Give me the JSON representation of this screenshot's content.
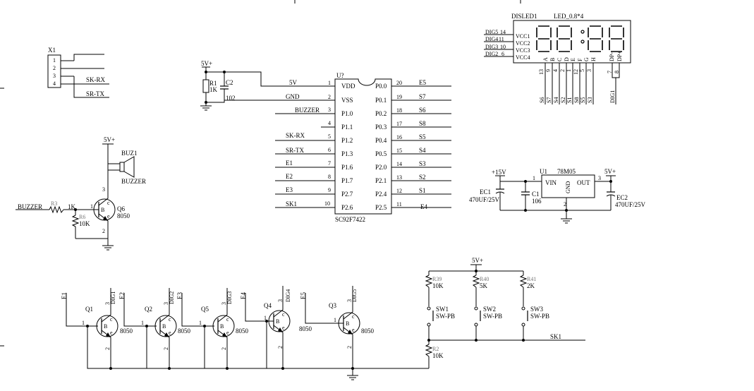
{
  "connector": {
    "ref": "X1",
    "pins": [
      "1",
      "2",
      "3",
      "4"
    ],
    "nets": [
      "SK-RX",
      "SR-TX"
    ]
  },
  "power": {
    "vcc_label": "5V+",
    "vin_label": "+15V"
  },
  "caps_near_mcu": {
    "r1_ref": "R1",
    "r1_val": "1K",
    "c2_ref": "C2",
    "c2_val": "102"
  },
  "mcu": {
    "ref": "U?",
    "part": "SC92F7422",
    "left_pins": [
      {
        "num": "1",
        "name": "VDD",
        "net": "5V"
      },
      {
        "num": "2",
        "name": "VSS",
        "net": "GND"
      },
      {
        "num": "3",
        "name": "P1.0",
        "net": "BUZZER"
      },
      {
        "num": "4",
        "name": "P1.1",
        "net": ""
      },
      {
        "num": "5",
        "name": "P1.2",
        "net": "SK-RX"
      },
      {
        "num": "6",
        "name": "P1.3",
        "net": "SR-TX"
      },
      {
        "num": "7",
        "name": "P1.6",
        "net": "E1"
      },
      {
        "num": "8",
        "name": "P1.7",
        "net": "E2"
      },
      {
        "num": "9",
        "name": "P2.7",
        "net": "E3"
      },
      {
        "num": "10",
        "name": "P2.6",
        "net": "SK1"
      }
    ],
    "right_pins": [
      {
        "num": "20",
        "name": "P0.0",
        "net": "E5"
      },
      {
        "num": "19",
        "name": "P0.1",
        "net": "S7"
      },
      {
        "num": "18",
        "name": "P0.2",
        "net": "S6"
      },
      {
        "num": "17",
        "name": "P0.3",
        "net": "S8"
      },
      {
        "num": "16",
        "name": "P0.4",
        "net": "S5"
      },
      {
        "num": "15",
        "name": "P0.5",
        "net": "S4"
      },
      {
        "num": "14",
        "name": "P2.0",
        "net": "S3"
      },
      {
        "num": "13",
        "name": "P2.1",
        "net": "S2"
      },
      {
        "num": "12",
        "name": "P2.4",
        "net": "S1"
      },
      {
        "num": "11",
        "name": "P2.5",
        "net": "E4"
      }
    ]
  },
  "display": {
    "ref": "DISLED1",
    "part": "LED_0.8*4",
    "digits": [
      {
        "net": "DIG5",
        "pin": "14",
        "name": "VCC1"
      },
      {
        "net": "DIG4",
        "pin": "11",
        "name": "VCC2"
      },
      {
        "net": "DIG3",
        "pin": "10",
        "name": "VCC3"
      },
      {
        "net": "DIG2",
        "pin": "6",
        "name": "VCC4"
      }
    ],
    "segments": [
      {
        "name": "A",
        "pin": "13",
        "net": "S6"
      },
      {
        "name": "B",
        "pin": "9",
        "net": "S7"
      },
      {
        "name": "C",
        "pin": "4",
        "net": "S4"
      },
      {
        "name": "D",
        "pin": "2",
        "net": "S2"
      },
      {
        "name": "E",
        "pin": "1",
        "net": "S1"
      },
      {
        "name": "F",
        "pin": "12",
        "net": "S8"
      },
      {
        "name": "G",
        "pin": "5",
        "net": "S5"
      },
      {
        "name": "H",
        "pin": "3",
        "net": "S3"
      }
    ],
    "dp_names": [
      "DP-",
      "DP+"
    ],
    "dp_pins": [
      "7",
      "8"
    ],
    "dp_net": "DIG1"
  },
  "buzzer": {
    "ref": "BUZ1",
    "label": "BUZZER",
    "net": "BUZZER",
    "r3_ref": "R3",
    "r3_val": "1K",
    "r6_ref": "R6",
    "r6_val": "10K",
    "q_ref": "Q6",
    "q_val": "8050",
    "pins": [
      "1",
      "2",
      "3"
    ]
  },
  "regulator": {
    "ref": "U1",
    "part": "78M05",
    "pins": [
      "VIN",
      "GND",
      "OUT"
    ],
    "pin_nums": [
      "1",
      "2",
      "3"
    ],
    "ec1_ref": "EC1",
    "ec1_val": "470UF/25V",
    "c1_ref": "C1",
    "c1_val": "106",
    "ec2_ref": "EC2",
    "ec2_val": "470UF/25V"
  },
  "drivers": [
    {
      "net": "E1",
      "ref": "Q1",
      "dig": "DIG1",
      "val": "8050"
    },
    {
      "net": "E2",
      "ref": "Q2",
      "dig": "DIG2",
      "val": "8050"
    },
    {
      "net": "E3",
      "ref": "Q5",
      "dig": "DIG3",
      "val": "8050"
    },
    {
      "net": "E4",
      "ref": "Q4",
      "dig": "DIG4",
      "val": "8050"
    },
    {
      "net": "E5",
      "ref": "Q3",
      "dig": "DIG5",
      "val": "8050"
    }
  ],
  "driver_pins": [
    "1",
    "2",
    "3"
  ],
  "keys": {
    "resistors": [
      {
        "ref": "R39",
        "val": "10K"
      },
      {
        "ref": "R40",
        "val": "5K"
      },
      {
        "ref": "R41",
        "val": "2K"
      }
    ],
    "switches": [
      {
        "ref": "SW1",
        "val": "SW-PB"
      },
      {
        "ref": "SW2",
        "val": "SW-PB"
      },
      {
        "ref": "SW3",
        "val": "SW-PB"
      }
    ],
    "pulldown": {
      "ref": "R2",
      "val": "10K"
    },
    "net": "SK1"
  }
}
